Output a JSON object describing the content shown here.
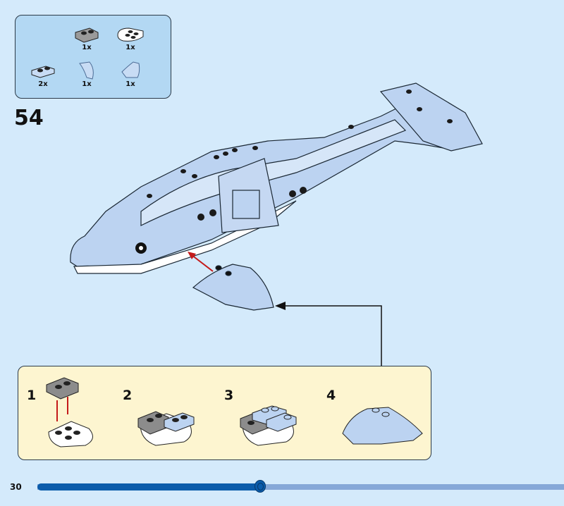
{
  "step": {
    "number": "54"
  },
  "parts_list": {
    "items": [
      {
        "name": "gray-clip-plate-1x2",
        "qty": "1x"
      },
      {
        "name": "white-round-plate-2x3",
        "qty": "1x"
      },
      {
        "name": "blue-plate-1x2",
        "qty": "2x"
      },
      {
        "name": "blue-curved-wedge-left",
        "qty": "1x"
      },
      {
        "name": "blue-curved-wedge-right",
        "qty": "1x"
      }
    ]
  },
  "sub_assembly": {
    "steps": [
      {
        "label": "1"
      },
      {
        "label": "2"
      },
      {
        "label": "3"
      },
      {
        "label": "4"
      }
    ]
  },
  "footer": {
    "page_number": "30",
    "progress_percent": 42.5
  },
  "colors": {
    "background": "#d4eafb",
    "parts_box": "#b3d8f3",
    "subassembly_box": "#fdf5d0",
    "progress_fill": "#0b5cab",
    "progress_track": "#86a8d8",
    "brick_blue": "#b9d3f2",
    "arrow_red": "#c41a1a"
  }
}
